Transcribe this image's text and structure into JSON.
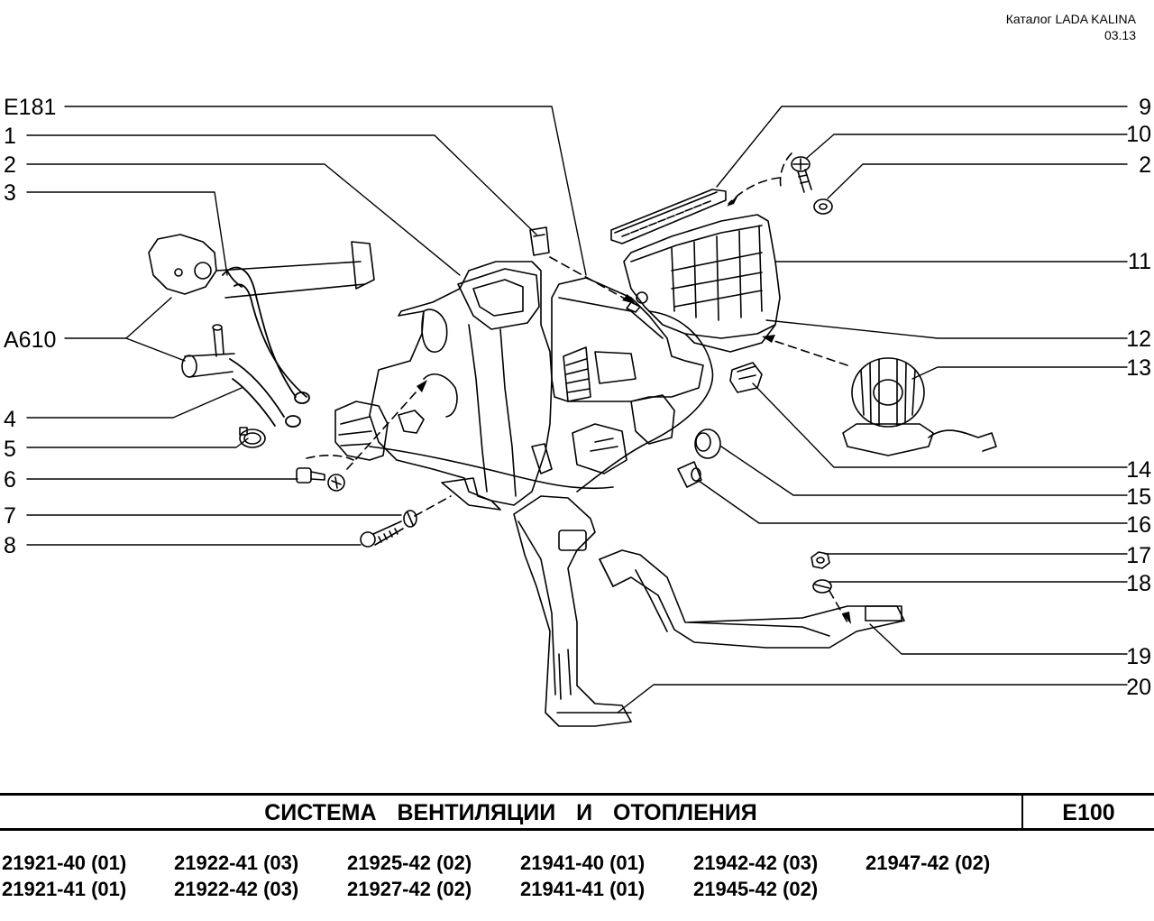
{
  "header": {
    "catalog": "Каталог LADA KALINA",
    "date": "03.13"
  },
  "callouts": {
    "left": [
      "E181",
      "1",
      "2",
      "3",
      "A610",
      "4",
      "5",
      "6",
      "7",
      "8"
    ],
    "right": [
      "9",
      "10",
      "2",
      "11",
      "12",
      "13",
      "14",
      "15",
      "16",
      "17",
      "18",
      "19",
      "20"
    ]
  },
  "title": {
    "text": "СИСТЕМА ВЕНТИЛЯЦИИ И ОТОПЛЕНИЯ",
    "code": "E100"
  },
  "models": {
    "row1": [
      "21921-40 (01)",
      "21922-41 (03)",
      "21925-42 (02)",
      "21941-40 (01)",
      "21942-42 (03)",
      "21947-42 (02)"
    ],
    "row2": [
      "21921-41 (01)",
      "21922-42 (03)",
      "21927-42 (02)",
      "21941-41 (01)",
      "21945-42 (02)"
    ]
  }
}
